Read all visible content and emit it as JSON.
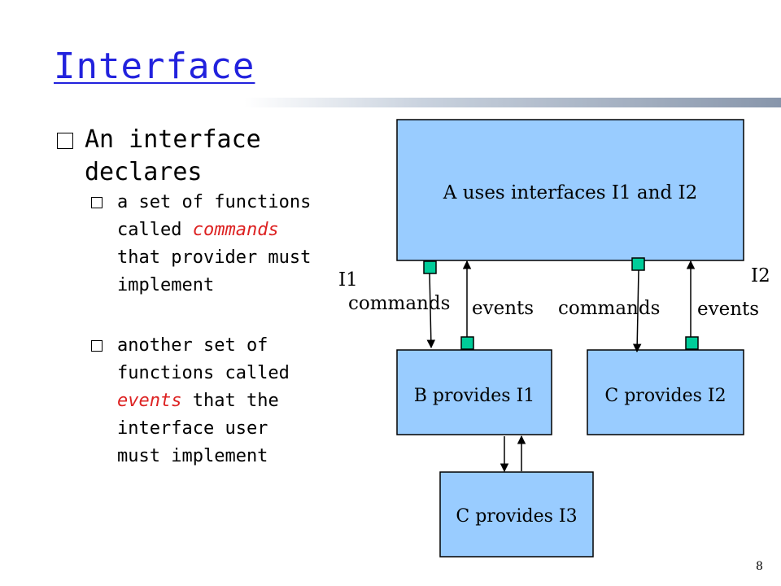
{
  "slide": {
    "title": "Interface",
    "page_number": "8"
  },
  "bullets": {
    "main": "An interface declares",
    "sub1": {
      "pre": "a set of functions called ",
      "kw": "commands",
      "post": " that provider must implement"
    },
    "sub2": {
      "pre": "another set of functions called ",
      "kw": "events",
      "post": " that the interface user must implement"
    }
  },
  "diagram": {
    "box_a": "A uses  interfaces I1 and I2",
    "box_b": "B provides I1",
    "box_c2": "C provides I2",
    "box_c3": "C provides I3",
    "label_i1": "I1",
    "label_i2": "I2",
    "label_commands_left": "commands",
    "label_events_left": "events",
    "label_commands_right": "commands",
    "label_events_right": "events",
    "colors": {
      "box_fill": "#99ccff",
      "connector_fill": "#00cc99",
      "title": "#2222dd",
      "keyword": "#dd2222"
    }
  }
}
